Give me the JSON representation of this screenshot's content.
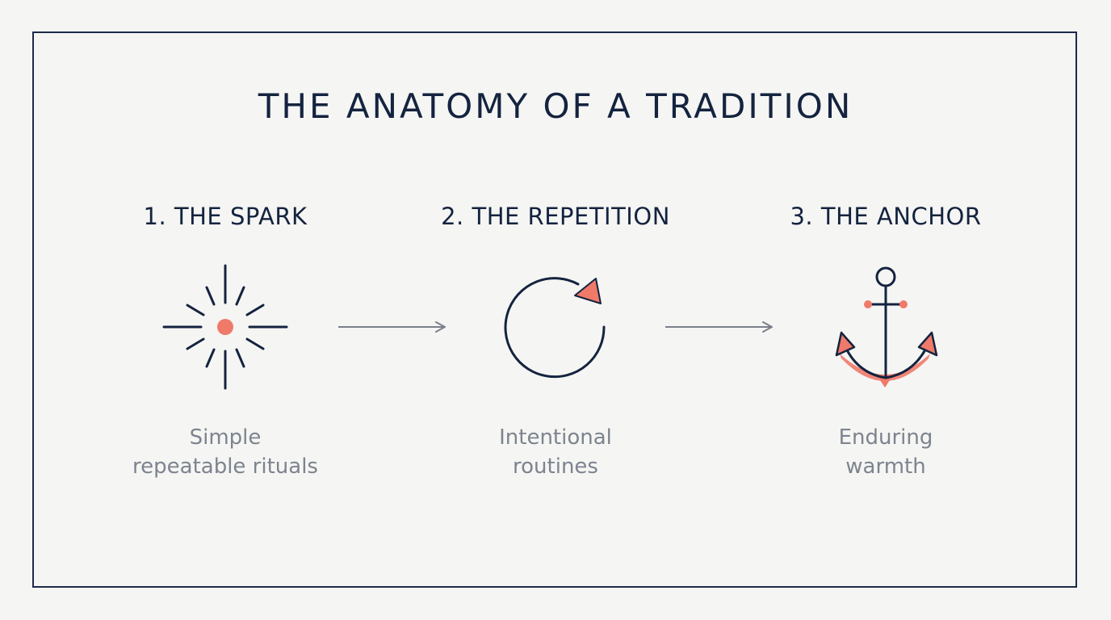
{
  "title": "THE ANATOMY OF A TRADITION",
  "steps": [
    {
      "label": "1. THE SPARK",
      "description_line1": "Simple",
      "description_line2": "repeatable rituals",
      "icon": "spark-icon"
    },
    {
      "label": "2. THE REPETITION",
      "description_line1": "Intentional",
      "description_line2": "routines",
      "icon": "cycle-arrow-icon"
    },
    {
      "label": "3. THE ANCHOR",
      "description_line1": "Enduring",
      "description_line2": "warmth",
      "icon": "anchor-icon"
    }
  ],
  "colors": {
    "navy": "#14233f",
    "coral": "#f07a6a",
    "gray_text": "#7d848f",
    "arrow_gray": "#7a808a",
    "background": "#f5f5f3"
  }
}
